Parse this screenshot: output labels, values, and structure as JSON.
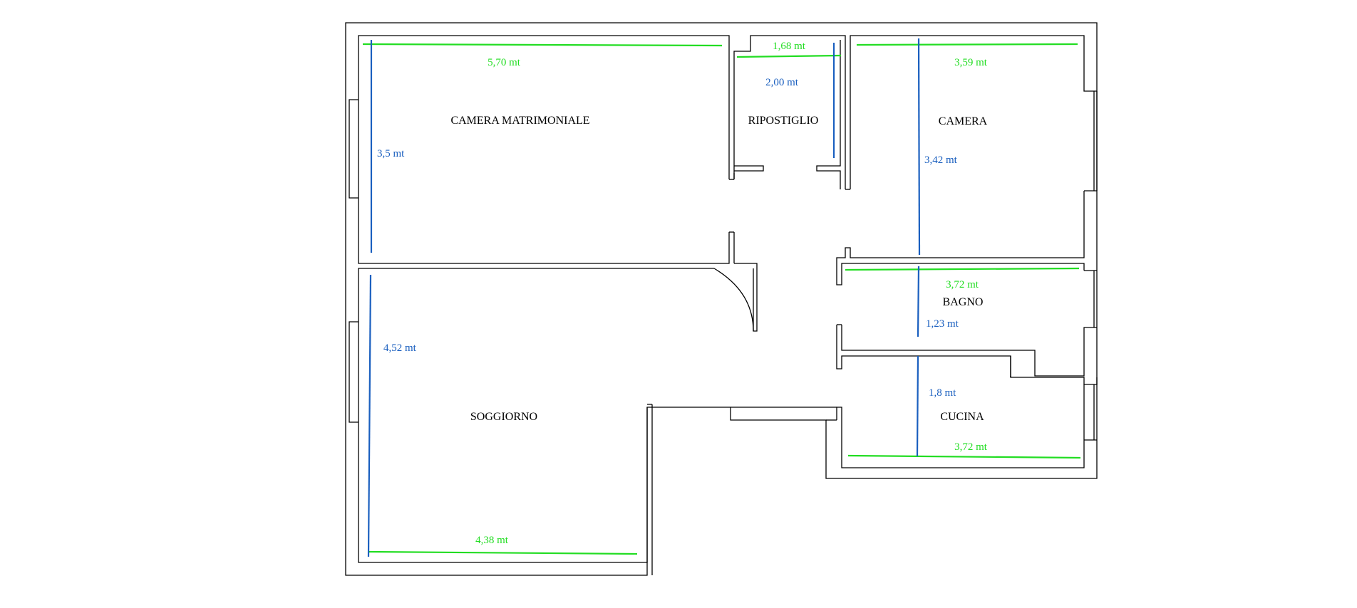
{
  "colors": {
    "wall": "#000000",
    "horizontal_dimension": "#22dd22",
    "vertical_dimension": "#1a5fbf",
    "background": "#ffffff"
  },
  "rooms": {
    "camera_matrimoniale": "CAMERA MATRIMONIALE",
    "ripostiglio": "RIPOSTIGLIO",
    "camera": "CAMERA",
    "bagno": "BAGNO",
    "cucina": "CUCINA",
    "soggiorno": "SOGGIORNO"
  },
  "dimensions": {
    "camera_matrimoniale_width": "5,70 mt",
    "camera_matrimoniale_depth": "3,5 mt",
    "ripostiglio_width": "1,68 mt",
    "ripostiglio_depth": "2,00 mt",
    "camera_width": "3,59 mt",
    "camera_depth": "3,42 mt",
    "bagno_width": "3,72 mt",
    "bagno_depth": "1,23 mt",
    "cucina_depth": "1,8 mt",
    "cucina_width": "3,72 mt",
    "soggiorno_depth": "4,52 mt",
    "soggiorno_width": "4,38 mt"
  }
}
